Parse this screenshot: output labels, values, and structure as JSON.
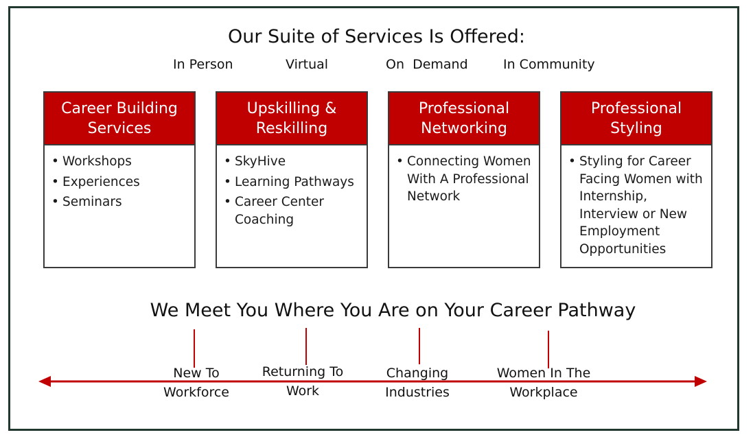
{
  "title": "Our Suite of Services Is Offered:",
  "modes": [
    "In Person",
    "Virtual",
    "On  Demand",
    "In Community"
  ],
  "services": [
    {
      "heading": "Career Building Services",
      "items": [
        "Workshops",
        "Experiences",
        "Seminars"
      ]
    },
    {
      "heading": "Upskilling & Reskilling",
      "items": [
        "SkyHive",
        "Learning Pathways",
        "Career Center Coaching"
      ]
    },
    {
      "heading": "Professional Networking",
      "items": [
        "Connecting Women With A Professional Network"
      ]
    },
    {
      "heading": "Professional Styling",
      "items": [
        "Styling for Career Facing Women with Internship, Interview or New Employment Opportunities"
      ]
    }
  ],
  "pathway_title": "We Meet You Where You Are on Your Career Pathway",
  "stages": [
    {
      "line1": "New To",
      "line2": "Workforce"
    },
    {
      "line1": "Returning To",
      "line2": "Work"
    },
    {
      "line1": "Changing",
      "line2": "Industries"
    },
    {
      "line1": "Women In The",
      "line2": "Workplace"
    }
  ],
  "colors": {
    "accent": "#c00000",
    "frame": "#22372d"
  }
}
